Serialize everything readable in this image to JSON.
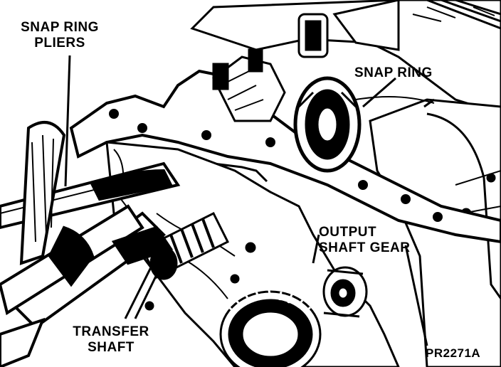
{
  "figure": {
    "labels": {
      "snap_ring_pliers": [
        "SNAP RING",
        "PLIERS"
      ],
      "snap_ring": "SNAP RING",
      "output_shaft_gear": [
        "OUTPUT",
        "SHAFT GEAR"
      ],
      "transfer_shaft": [
        "TRANSFER",
        "SHAFT"
      ],
      "figure_code": "PR2271A"
    },
    "colors": {
      "ink": "#000000",
      "paper": "#ffffff"
    }
  }
}
